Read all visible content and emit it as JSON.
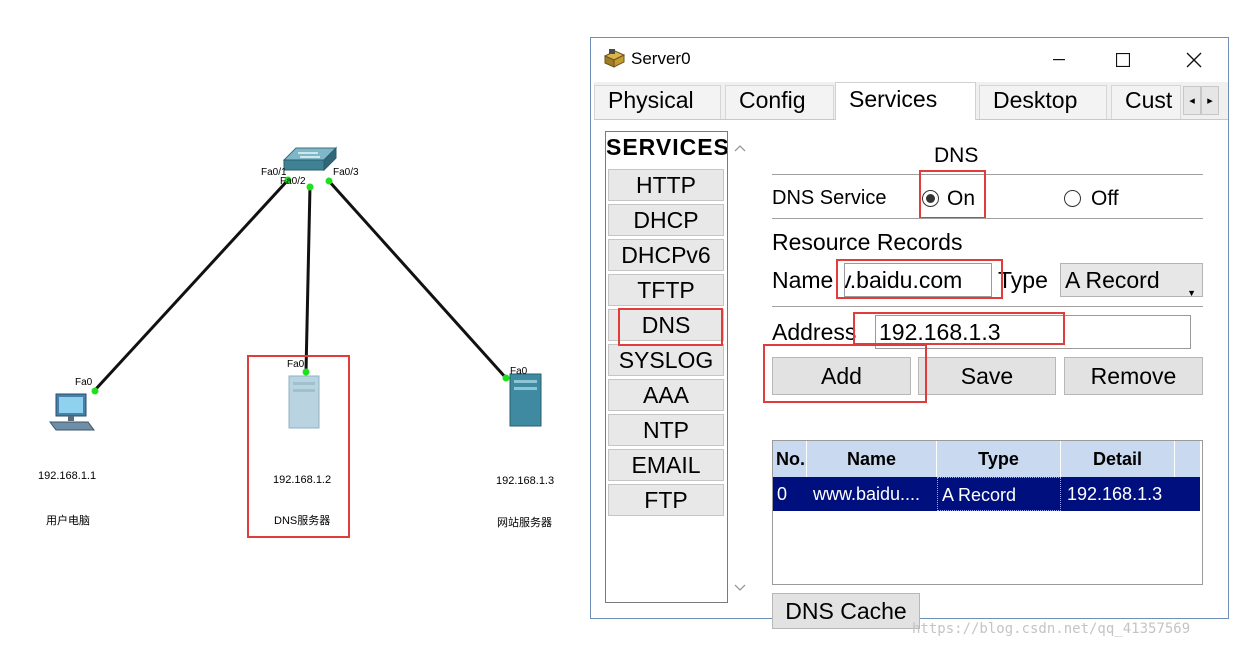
{
  "topology": {
    "switch": {
      "ports": [
        "Fa0/1",
        "Fa0/2",
        "Fa0/3"
      ]
    },
    "devices": [
      {
        "port": "Fa0",
        "ip": "192.168.1.1",
        "name": "用户电脑"
      },
      {
        "port": "Fa0",
        "ip": "192.168.1.2",
        "name": "DNS服务器"
      },
      {
        "port": "Fa0",
        "ip": "192.168.1.3",
        "name": "网站服务器"
      }
    ],
    "link_color": "#111111",
    "port_led_color": "#1ee11e"
  },
  "window": {
    "title": "Server0",
    "tabs": [
      "Physical",
      "Config",
      "Services",
      "Desktop",
      "Cust"
    ],
    "active_tab": "Services",
    "services": {
      "header": "SERVICES",
      "items": [
        "HTTP",
        "DHCP",
        "DHCPv6",
        "TFTP",
        "DNS",
        "SYSLOG",
        "AAA",
        "NTP",
        "EMAIL",
        "FTP"
      ],
      "selected": "DNS"
    },
    "dns": {
      "title": "DNS",
      "service_label": "DNS Service",
      "on_label": "On",
      "off_label": "Off",
      "service_state": "On",
      "resource_records_label": "Resource Records",
      "name_label": "Name",
      "name_value": "v.baidu.com",
      "type_label": "Type",
      "type_value": "A Record",
      "address_label": "Address",
      "address_value": "192.168.1.3",
      "buttons": {
        "add": "Add",
        "save": "Save",
        "remove": "Remove"
      },
      "table": {
        "columns": [
          "No.",
          "Name",
          "Type",
          "Detail"
        ],
        "rows": [
          {
            "no": "0",
            "name": "www.baidu....",
            "type": "A Record",
            "detail": "192.168.1.3"
          }
        ]
      },
      "cache_button": "DNS Cache"
    }
  },
  "annotation_color": "#e03c3c",
  "watermark": "https://blog.csdn.net/qq_41357569"
}
